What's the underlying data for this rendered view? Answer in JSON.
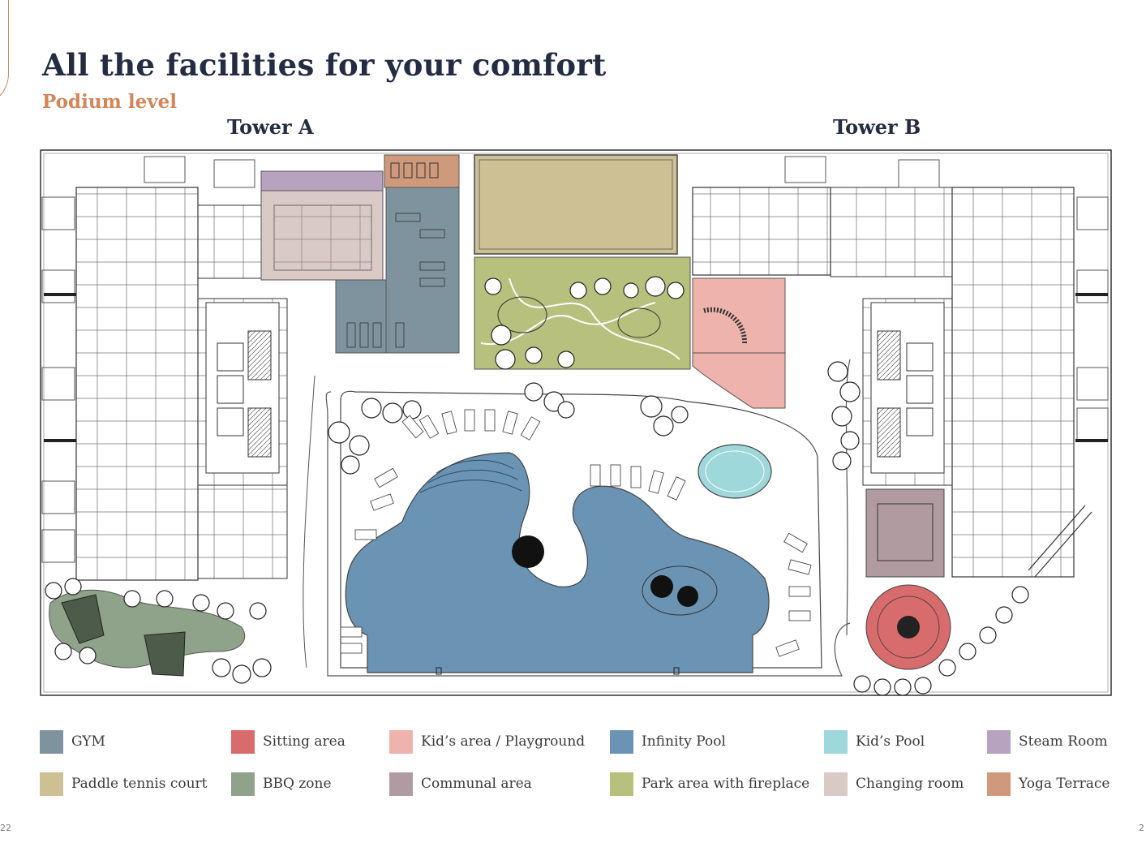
{
  "header": {
    "title": "All the facilities for your comfort",
    "subtitle": "Podium level"
  },
  "towers": {
    "a": "Tower A",
    "b": "Tower B"
  },
  "colors": {
    "gym": "#7f939e",
    "sitting_area": "#d86b6b",
    "kids_area": "#efb3ad",
    "infinity_pool": "#6b93b3",
    "kids_pool": "#9fd8da",
    "steam_room": "#b7a3bf",
    "paddle_tennis": "#cdc095",
    "bbq_zone": "#8fa28a",
    "communal_area": "#b09ca0",
    "park_fireplace": "#b7c07c",
    "changing_room": "#d9cac6",
    "yoga_terrace": "#cf9a7c",
    "title": "#232c42",
    "accent": "#d28659"
  },
  "legend": [
    {
      "label": "GYM",
      "color": "#7f939e"
    },
    {
      "label": "Sitting area",
      "color": "#d86b6b"
    },
    {
      "label": "Kid’s area / Playground",
      "color": "#efb3ad"
    },
    {
      "label": "Infinity Pool",
      "color": "#6b93b3"
    },
    {
      "label": "Kid’s Pool",
      "color": "#9fd8da"
    },
    {
      "label": "Steam Room",
      "color": "#b7a3bf"
    },
    {
      "label": "Paddle tennis court",
      "color": "#cdc095"
    },
    {
      "label": "BBQ zone",
      "color": "#8fa28a"
    },
    {
      "label": "Communal area",
      "color": "#b09ca0"
    },
    {
      "label": "Park area with fireplace",
      "color": "#b7c07c"
    },
    {
      "label": "Changing room",
      "color": "#d9cac6"
    },
    {
      "label": "Yoga Terrace",
      "color": "#cf9a7c"
    }
  ],
  "page_numbers": {
    "left": "22",
    "right": "2"
  }
}
